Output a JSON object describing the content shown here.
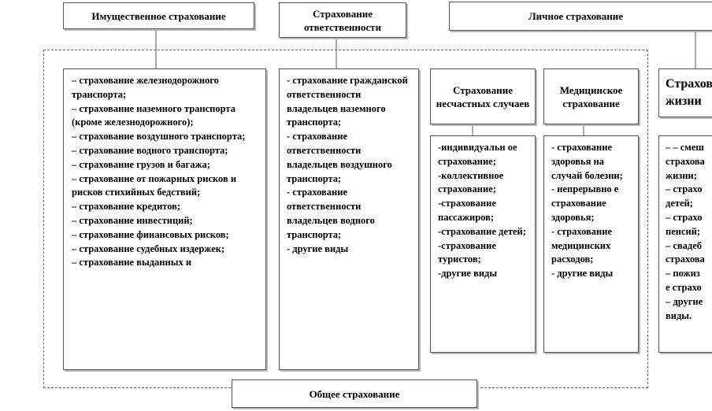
{
  "headers": {
    "property": "Имущественное страхование",
    "liability": "Страхование ответственности",
    "personal": "Личное страхование",
    "general": "Общее страхование"
  },
  "sub_headers": {
    "accident": "Страхование несчастных случаев",
    "medical": "Медицинское страхование",
    "life": "Страхование жизни"
  },
  "lists": {
    "property": [
      "–  страхование железнодорожного транспорта;",
      "–  страхование наземного транспорта (кроме железнодорожного);",
      "–  страхование воздушного транспорта;",
      "–  страхование водного транспорта;",
      "–  страхование грузов и багажа;",
      "–  страхование от пожарных рисков и рисков стихийных бедствий;",
      "–  страхование кредитов;",
      "–  страхование инвестиций;",
      "–  страхование финансовых рисков;",
      "–  страхование судебных издержек;",
      "–  страхование выданных и"
    ],
    "liability": [
      "- страхование гражданской ответственности владельцев наземного транспорта;",
      "- страхование ответственности владельцев воздушного транспорта;",
      "- страхование ответственности владельцев водного транспорта;",
      "- другие виды"
    ],
    "accident": [
      "-индивидуальн ое страхование;",
      "-коллективное страхование;",
      "-страхование пассажиров;",
      "-страхование детей;",
      "-страхование туристов;",
      "-другие виды"
    ],
    "medical": [
      "- страхование здоровья на случай болезни;",
      "- непрерывно е страхование здоровья;",
      "- страхование медицинских расходов;",
      "- другие виды"
    ],
    "life": [
      "– – смеш",
      "страхова",
      "жизни;",
      "– страхо",
      "детей;",
      "– страхо",
      "пенсий;",
      "– свадеб",
      "страхова",
      "– пожиз",
      "е страхо",
      "– другие",
      "виды."
    ]
  },
  "colors": {
    "border": "#555555",
    "shadow": "#b8b8b8",
    "background": "#ffffff"
  }
}
